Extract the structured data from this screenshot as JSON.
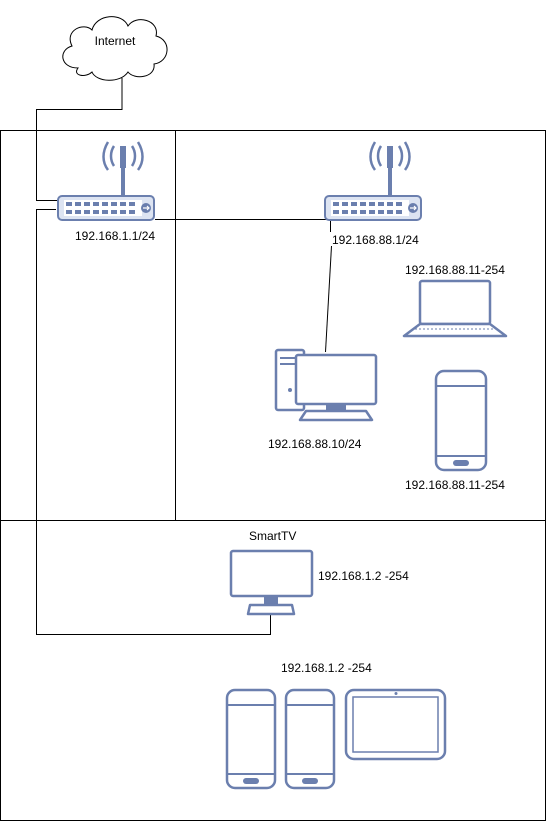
{
  "labels": {
    "internet": "Internet",
    "router_main": "192.168.1.1/24",
    "router_sub": "192.168.88.1/24",
    "laptop": "192.168.88.11-254",
    "desktop": "192.168.88.10/24",
    "phone": "192.168.88.11-254",
    "smarttv_title": "SmartTV",
    "smarttv_ip": "192.168.1.2 -254",
    "mobile_group": "192.168.1.2 -254"
  },
  "colors": {
    "device_stroke": "#6b7fae",
    "device_fill": "#dde4f2",
    "line": "#000000"
  },
  "icons": [
    "cloud-icon",
    "wireless-router-icon",
    "laptop-icon",
    "desktop-computer-icon",
    "smartphone-icon",
    "monitor-icon",
    "tablet-icon"
  ]
}
